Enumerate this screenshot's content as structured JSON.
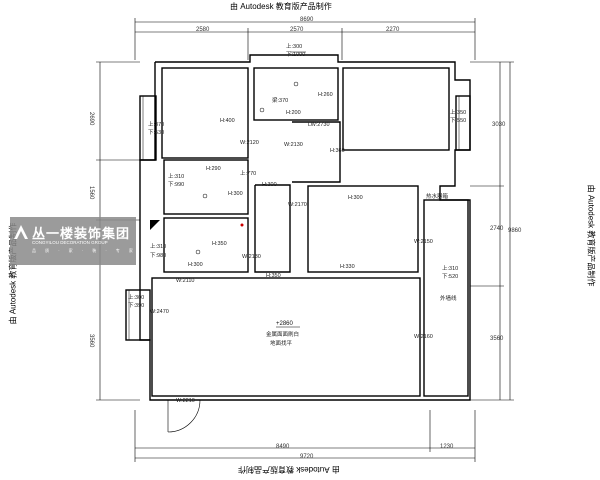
{
  "watermark": {
    "text": "由 Autodesk 教育版产品制作"
  },
  "logo": {
    "name": "丛一楼装饰集团",
    "english": "CONGYILOU DECORATION GROUP",
    "slogan": "品 质 · 家 · 装 · 专 家"
  },
  "dimensions": {
    "top_total": "8690",
    "top_a": "2580",
    "top_b": "2570",
    "top_c": "2270",
    "bottom_total": "9720",
    "bottom_a": "8490",
    "bottom_b": "1230",
    "left_a": "2690",
    "left_b": "1560",
    "left_c": "3560",
    "right_a": "3030",
    "right_b": "2740",
    "right_c": "3560",
    "right_total": "9860"
  },
  "labels": {
    "top_window_up": "上:300",
    "top_window_down": "下:1000",
    "bath_ceiling": "梁:370",
    "h260": "H:260",
    "h200": "H:200",
    "lw2730": "LW:2730",
    "bedroom1_up": "上:370",
    "bedroom1_down": "下:530",
    "h400": "H:400",
    "w2120": "W:2120",
    "w2130": "W:2130",
    "h360": "H:360",
    "bedroom3_up": "上:350",
    "bedroom3_down": "下:550",
    "h290": "H:290",
    "up770": "上:770",
    "small_up": "上:310",
    "small_down": "下:990",
    "h300a": "H:300",
    "h300b": "H:300",
    "w2170": "W:2170",
    "h300c": "H:300",
    "heater": "热水器箱",
    "h350a": "H:350",
    "mid_up": "上:310",
    "mid_down": "下:980",
    "h300d": "H:300",
    "w2130b": "W:2130",
    "w2150": "W:2150",
    "h330": "H:330",
    "right_up": "上:310",
    "right_down": "下:520",
    "w2110": "W:2110",
    "h350b": "H:350",
    "left_up": "上:300",
    "left_down": "下:390",
    "w2470": "W:2470",
    "outside_wall": "外墙线",
    "elevation": "+2860",
    "note_line1": "金属面面刷白",
    "note_line2": "地面找平",
    "w2160": "W:2160",
    "door": "W:2210"
  }
}
